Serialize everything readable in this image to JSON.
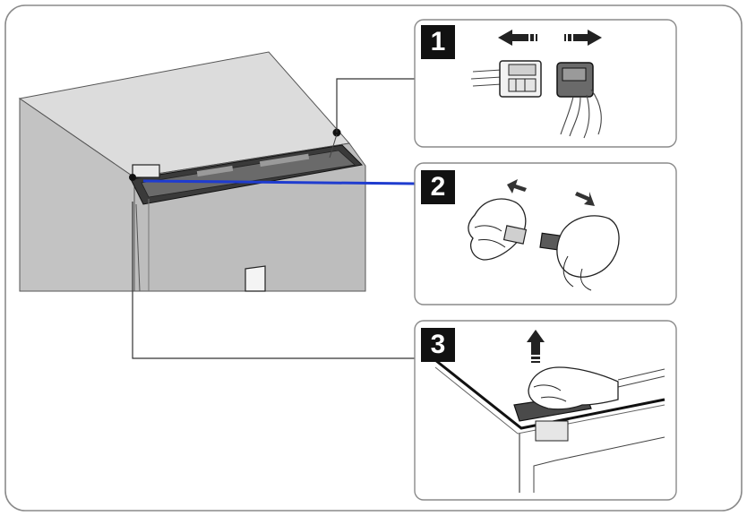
{
  "steps": [
    {
      "number": "1"
    },
    {
      "number": "2"
    },
    {
      "number": "3"
    }
  ],
  "colors": {
    "outline": "#1a1a1a",
    "fridge_body": "#c7c7c7",
    "fridge_top": "#dedede",
    "leader_blue": "#1f3ccf",
    "panel_border": "#8a8a8a"
  }
}
